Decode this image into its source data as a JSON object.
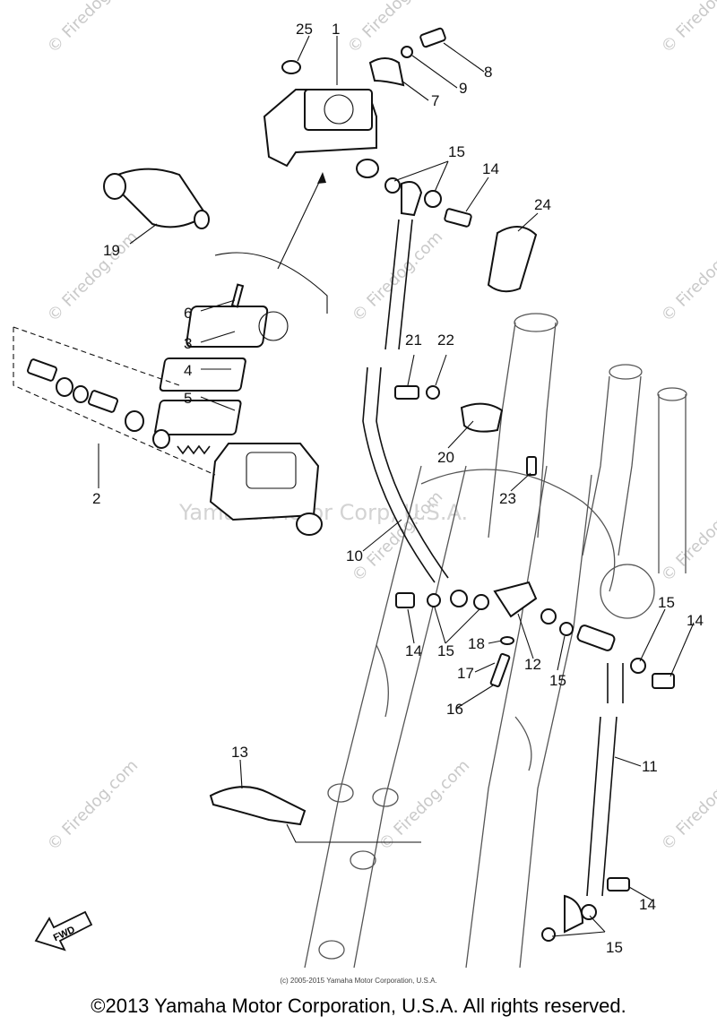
{
  "watermark": {
    "site": "© Firedog.com",
    "brand": "Yamaha Motor Corp, U.S.A."
  },
  "callouts": [
    "1",
    "2",
    "3",
    "4",
    "5",
    "6",
    "7",
    "8",
    "9",
    "10",
    "11",
    "12",
    "13",
    "14",
    "15",
    "16",
    "17",
    "18",
    "19",
    "20",
    "21",
    "22",
    "23",
    "24",
    "25"
  ],
  "fwd_label": "FWD",
  "small_credit": "(c) 2005-2015 Yamaha Motor Corporation, U.S.A.",
  "copyright": "©2013 Yamaha Motor Corporation, U.S.A. All rights reserved."
}
